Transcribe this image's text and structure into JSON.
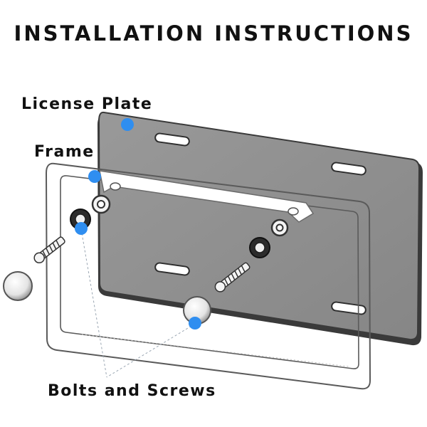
{
  "title": "INSTALLATION INSTRUCTIONS",
  "labels": {
    "license_plate": "License Plate",
    "frame": "Frame",
    "bolts_and_screws": "Bolts and Screws"
  },
  "colors": {
    "marker": "#2f8ef0",
    "plate_fill": "#8e8e8e",
    "plate_edge": "#3a3a3a",
    "frame_stroke": "#5a5a5a",
    "text": "#111111"
  }
}
